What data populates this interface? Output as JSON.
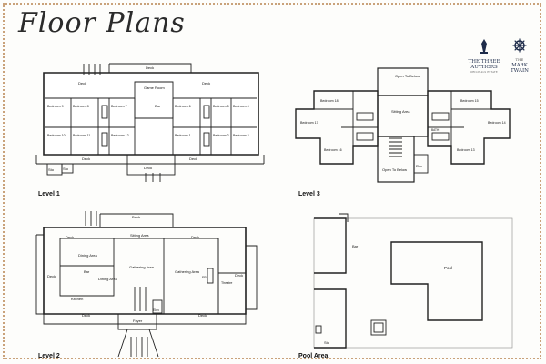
{
  "title": "Floor Plans",
  "brand": {
    "three_authors_line1": "THE THREE",
    "three_authors_line2": "AUTHORS",
    "three_authors_tag": "ORIGINALS ESTATE",
    "twain_line1": "THE",
    "twain_line2": "MARK",
    "twain_line3": "TWAIN"
  },
  "levels": {
    "level1": "Level 1",
    "level2": "Level 2",
    "level3": "Level 3",
    "pool": "Pool Area"
  },
  "rooms": {
    "deck": "Deck",
    "game_room": "Game Room",
    "bar": "Bar",
    "bedroom": "Bedroom",
    "sto": "Sto",
    "sitting_area": "Sitting Area",
    "dining_area": "Dining Area",
    "gathering_area": "Gathering Area",
    "kitchen": "Kitchen",
    "theatre": "Theatre",
    "foyer": "Foyer",
    "elev": "Elev",
    "fp": "FP",
    "pool": "Pool",
    "open_to_below": "Open To Below",
    "bath": "BATH"
  },
  "bedroom_numbers": {
    "b1": "1",
    "b2": "2",
    "b3": "3",
    "b4": "4",
    "b5": "5",
    "b6": "6",
    "b7": "7",
    "b8": "8",
    "b9": "9",
    "b10": "10",
    "b11": "11",
    "b12": "12",
    "b13": "13",
    "b14": "14",
    "b15": "15",
    "b16": "16",
    "b17": "17",
    "b18": "18"
  }
}
